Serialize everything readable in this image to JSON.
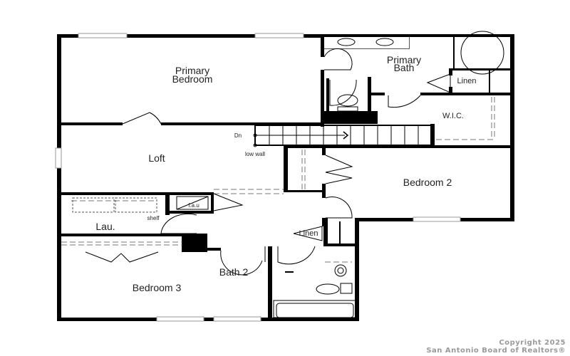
{
  "floor_plan": {
    "rooms": {
      "primary_bedroom": {
        "line1": "Primary",
        "line2": "Bedroom"
      },
      "primary_bath": {
        "line1": "Primary",
        "line2": "Bath"
      },
      "linen_primary": "Linen",
      "wic": "W.I.C.",
      "loft": "Loft",
      "bedroom_2": "Bedroom 2",
      "laundry": "Lau.",
      "laundry_appliance": "f.a.u",
      "shelf": "shelf",
      "linen_hall": "Linen",
      "bath_2": "Bath 2",
      "bedroom_3": "Bedroom 3"
    },
    "annotations": {
      "stairs_down": "Dn",
      "low_wall": "low wall"
    },
    "colors": {
      "wall": "#000000",
      "window": "#9a9a9a",
      "background": "#ffffff"
    }
  },
  "footer": {
    "copyright_line1": "Copyright 2025",
    "copyright_line2": "San Antonio Board of Realtors®"
  }
}
